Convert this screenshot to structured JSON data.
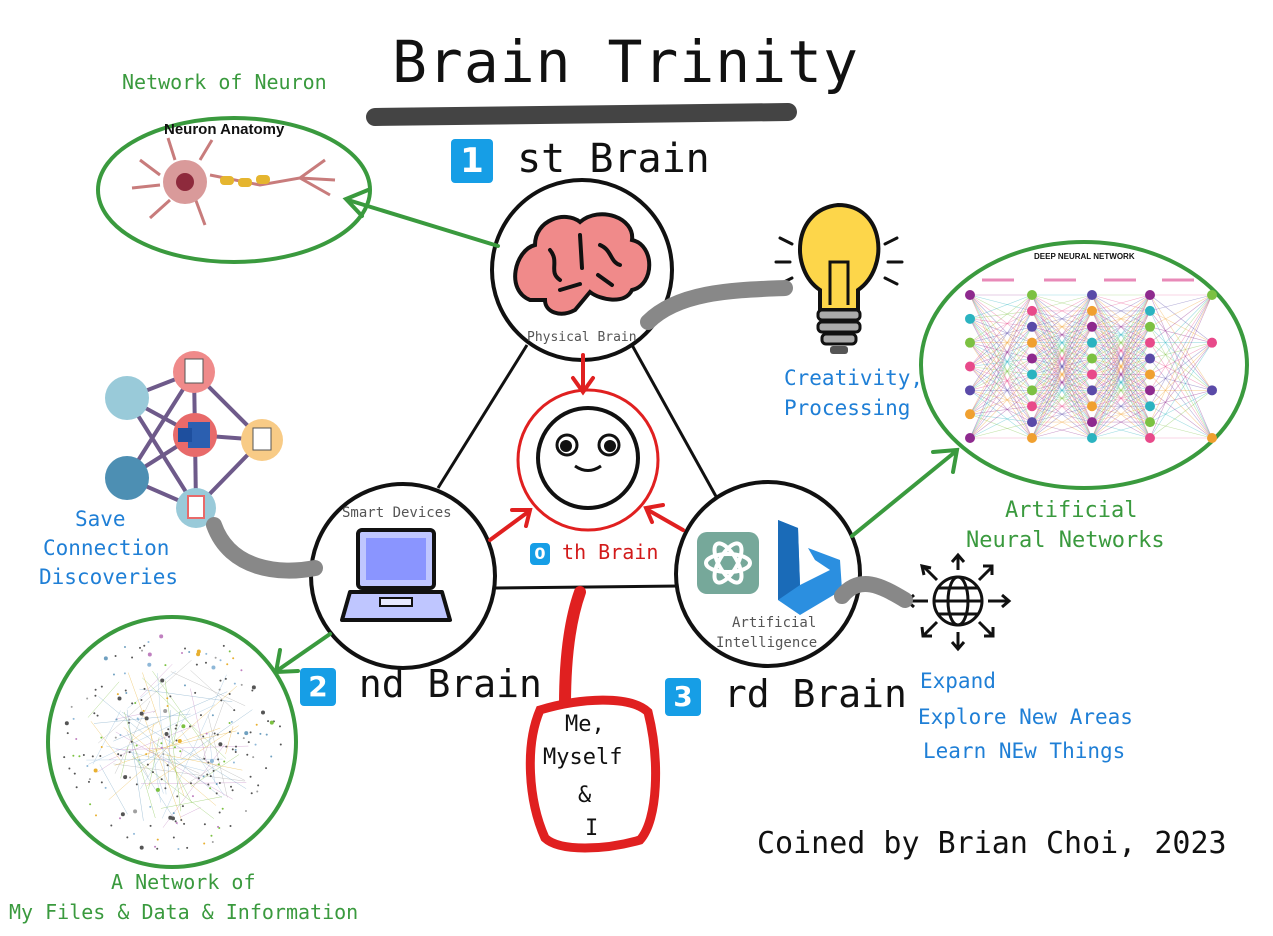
{
  "title": "Brain Trinity",
  "brains": {
    "first": {
      "number": "1",
      "suffix": "st Brain",
      "label": "Physical Brain"
    },
    "second": {
      "number": "2",
      "suffix": "nd Brain",
      "label": "Smart Devices"
    },
    "third": {
      "number": "3",
      "suffix": "rd Brain",
      "label_line1": "Artificial",
      "label_line2": "Intelligence"
    },
    "zeroth": {
      "number": "0",
      "suffix": "th Brain"
    }
  },
  "notes": {
    "network_of_neuron": "Network of Neuron",
    "neuron_anatomy": "Neuron Anatomy",
    "creativity_line1": "Creativity,",
    "creativity_line2": "Processing",
    "save_line1": "Save",
    "save_line2": "Connection",
    "save_line3": "Discoveries",
    "ann_line1": "Artificial",
    "ann_line2": "Neural Networks",
    "dnn_title": "DEEP NEURAL NETWORK",
    "expand_line1": "Expand",
    "expand_line2": "Explore New Areas",
    "expand_line3": "Learn NEw Things",
    "files_line1": "A Network of",
    "files_line2": "My Files & Data & Information",
    "me_line1": "Me,",
    "me_line2": "Myself",
    "me_line3": "&",
    "me_line4": "I",
    "coined": "Coined by Brian Choi, 2023"
  },
  "colors": {
    "green": "#3a9a3e",
    "blue": "#1f7fd6",
    "red": "#d21a1a",
    "badge": "#169ee6"
  }
}
